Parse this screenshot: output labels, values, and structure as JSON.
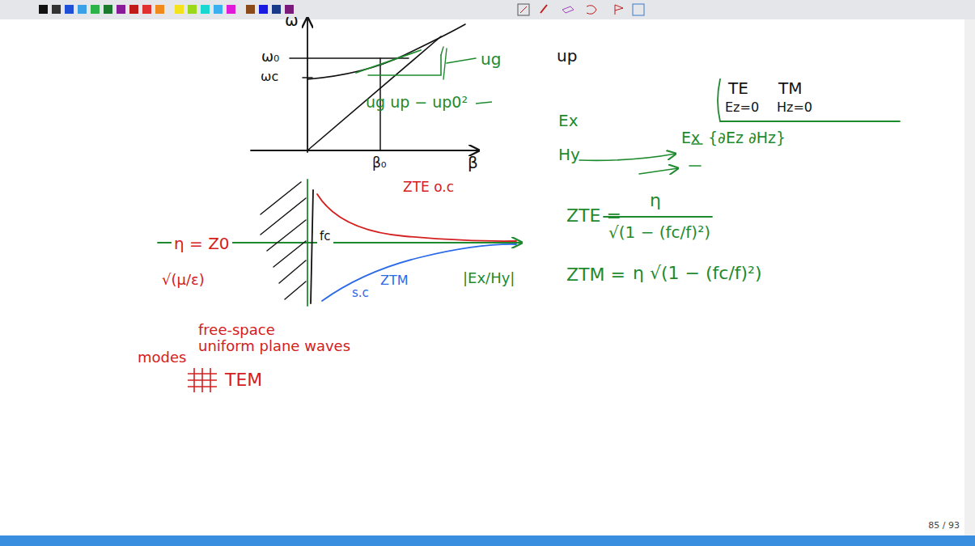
{
  "diagram": {
    "labels": [
      "ω",
      "ω₀",
      "ωc",
      "β₀",
      "β",
      "ug",
      "up",
      "ug up − up0²",
      "Ex",
      "Hy",
      "TE",
      "TM",
      "Ez=0",
      "Hz=0",
      "Ex",
      "{∂Ez  ∂Hz}",
      "ZTE o.c",
      "fc",
      "η = Z0",
      "√(μ/ε)",
      "ZTM",
      "s.c",
      "|Ex/Hy|",
      "ZTE =",
      "η",
      "√(1 − (fc/f)²)",
      "ZTM =",
      "η √(1 − (fc/f)²)",
      "modes",
      "free-space",
      "uniform plane waves",
      "TEM",
      "85 / 93"
    ]
  }
}
